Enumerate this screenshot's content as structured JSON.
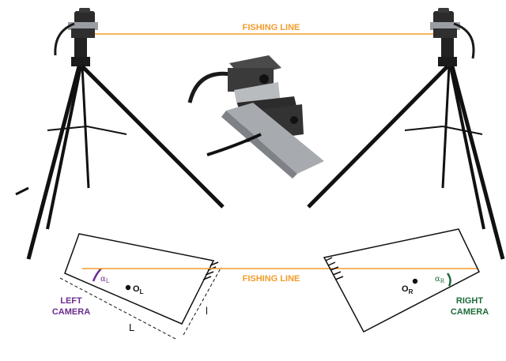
{
  "labels": {
    "fishing_line_top": "FISHING LINE",
    "fishing_line_bottom": "FISHING LINE",
    "left_camera_line1": "LEFT",
    "left_camera_line2": "CAMERA",
    "right_camera_line1": "RIGHT",
    "right_camera_line2": "CAMERA",
    "origin_left_main": "O",
    "origin_left_sub": "L",
    "origin_right_main": "O",
    "origin_right_sub": "R",
    "angle_left_main": "α",
    "angle_left_sub": "L",
    "angle_right_main": "α",
    "angle_right_sub": "R",
    "dim_long": "L",
    "dim_short": "l"
  },
  "colors": {
    "fishing_line": "#f39c2a",
    "left_camera": "#6a2c8e",
    "right_camera": "#1e6b3a",
    "ink": "#111111",
    "metal_dark": "#2b2b2b",
    "metal_light": "#9a9ea3"
  },
  "icons": {
    "left_tripod": "tripod-camera-icon",
    "right_tripod": "tripod-camera-icon",
    "center_rig": "camera-mount-rig-icon"
  }
}
